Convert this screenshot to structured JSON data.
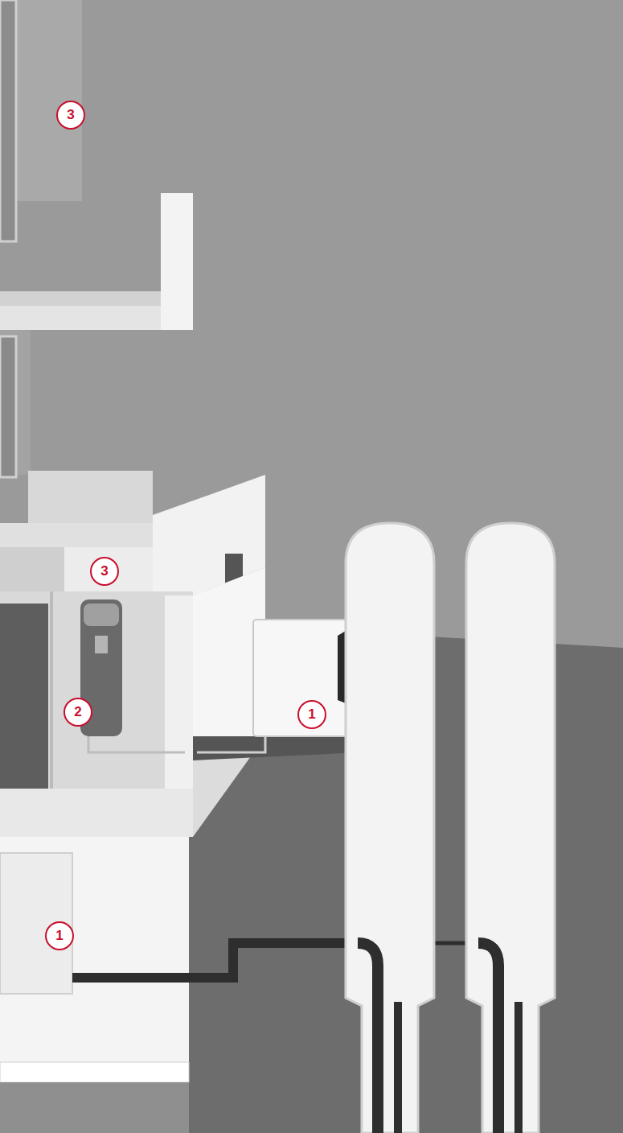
{
  "diagram": {
    "labels": [
      "3",
      "3",
      "2",
      "1",
      "1"
    ]
  }
}
